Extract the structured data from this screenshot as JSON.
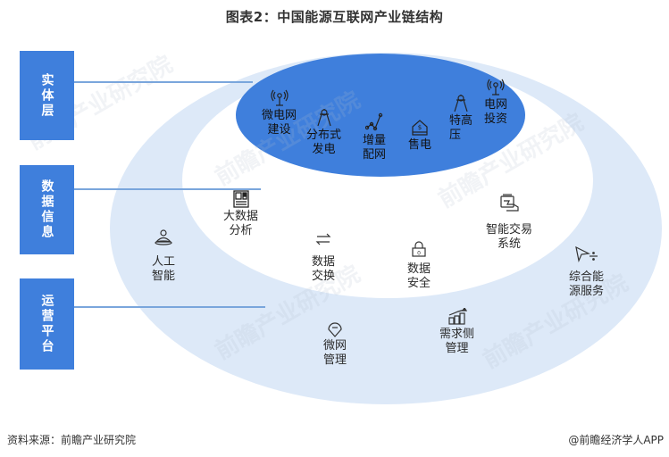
{
  "title": "图表2：中国能源互联网产业链结构",
  "colors": {
    "layer_box": "#3f7fdc",
    "inner_ellipse": "#3f7fdc",
    "outer_ring": "#dde9f8",
    "connector": "#7aa6dc"
  },
  "layers": [
    {
      "label": "实体层"
    },
    {
      "label": "数据信息"
    },
    {
      "label": "运营平台"
    }
  ],
  "physical_layer_items": [
    {
      "label": "微电网\n建设",
      "icon": "antenna-icon"
    },
    {
      "label": "分布式\n发电",
      "icon": "pylon-icon"
    },
    {
      "label": "增量\n配网",
      "icon": "line-graph-icon"
    },
    {
      "label": "售电",
      "icon": "dollar-house-icon"
    },
    {
      "label": "特高\n压",
      "icon": "pylon-icon"
    },
    {
      "label": "电网\n投资",
      "icon": "antenna-icon"
    }
  ],
  "data_layer_items": [
    {
      "label": "大数据\n分析",
      "icon": "dashboard-icon"
    },
    {
      "label": "数据\n交换",
      "icon": "exchange-arrows-icon"
    },
    {
      "label": "数据\n安全",
      "icon": "lock-icon"
    },
    {
      "label": "智能交易\n系统",
      "icon": "hand-card-icon"
    }
  ],
  "platform_layer_items": [
    {
      "label": "人工\n智能",
      "icon": "person-icon"
    },
    {
      "label": "微网\n管理",
      "icon": "location-pin-icon"
    },
    {
      "label": "需求侧\n管理",
      "icon": "bar-growth-icon"
    },
    {
      "label": "综合能\n源服务",
      "icon": "cursor-divide-icon"
    }
  ],
  "footer": {
    "source": "资料来源：前瞻产业研究院",
    "credit": "@前瞻经济学人APP"
  },
  "watermark": "前瞻产业研究院"
}
